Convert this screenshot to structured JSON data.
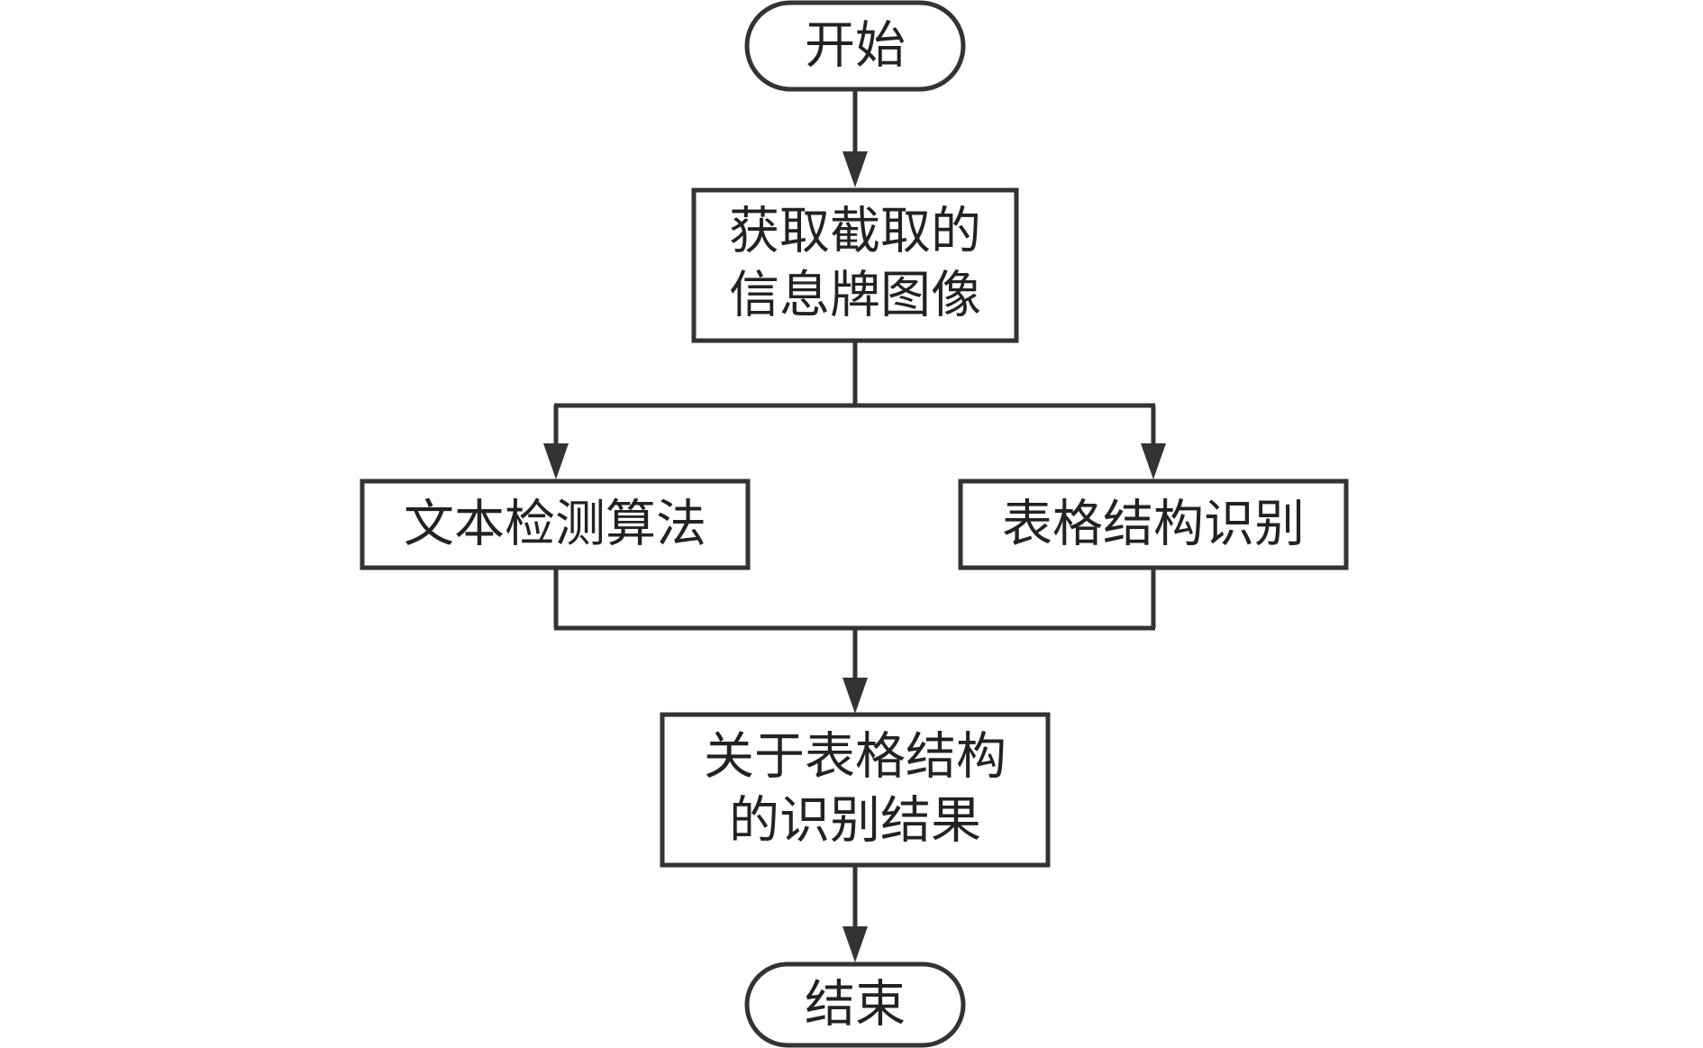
{
  "diagram": {
    "type": "flowchart",
    "colors": {
      "stroke": "#333333",
      "fill": "#ffffff",
      "text": "#222222"
    },
    "nodes": {
      "start": {
        "shape": "terminal",
        "lines": [
          "开始"
        ]
      },
      "acquire": {
        "shape": "process",
        "lines": [
          "获取截取的",
          "信息牌图像"
        ]
      },
      "text_detection": {
        "shape": "process",
        "lines": [
          "文本检测算法"
        ]
      },
      "table_recognition": {
        "shape": "process",
        "lines": [
          "表格结构识别"
        ]
      },
      "result": {
        "shape": "process",
        "lines": [
          "关于表格结构",
          "的识别结果"
        ]
      },
      "end": {
        "shape": "terminal",
        "lines": [
          "结束"
        ]
      }
    },
    "edges": [
      {
        "from": "start",
        "to": "acquire"
      },
      {
        "from": "acquire",
        "to": "text_detection"
      },
      {
        "from": "acquire",
        "to": "table_recognition"
      },
      {
        "from": "text_detection",
        "to": "result"
      },
      {
        "from": "table_recognition",
        "to": "result"
      },
      {
        "from": "result",
        "to": "end"
      }
    ]
  }
}
